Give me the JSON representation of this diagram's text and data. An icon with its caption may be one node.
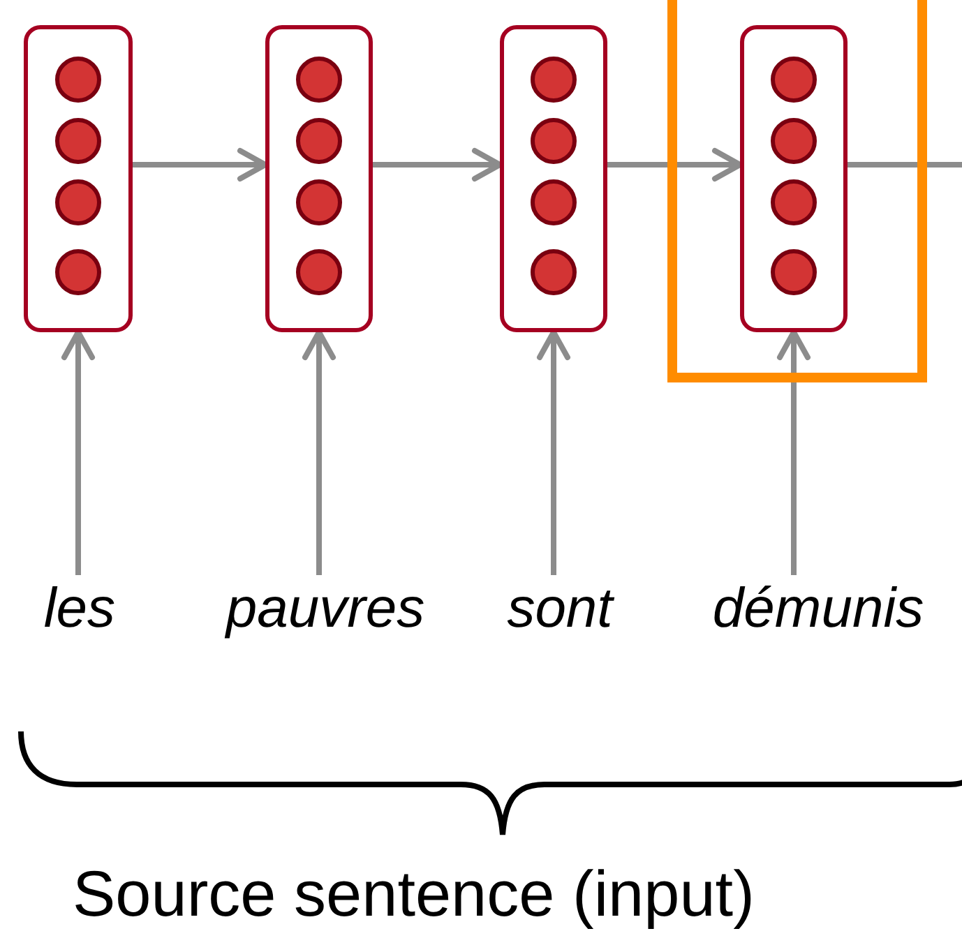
{
  "diagram": {
    "nodes": [
      {
        "text": [],
        "shape": "box"
      },
      {
        "text": [],
        "shape": "box"
      },
      {
        "text": [],
        "shape": "box"
      },
      {
        "text": [],
        "shape": "box"
      },
      {
        "text": [],
        "shape": "box",
        "in": 3
      },
      {
        "text": [
          "les"
        ]
      },
      {
        "text": [
          "pauvres"
        ]
      },
      {
        "text": [
          "sont"
        ]
      },
      {
        "text": [
          "démunis"
        ]
      }
    ],
    "edges": [
      {
        "from": 0,
        "to": 1,
        "arrow": "to"
      },
      {
        "from": 1,
        "to": 2,
        "arrow": "to"
      },
      {
        "from": 2,
        "to": 4,
        "arrow": "to"
      },
      {
        "from": 4,
        "to": null,
        "arrow": "none"
      },
      {
        "from": 5,
        "to": 0,
        "arrow": "to"
      },
      {
        "from": 6,
        "to": 1,
        "arrow": "to"
      },
      {
        "from": 7,
        "to": 2,
        "arrow": "to"
      },
      {
        "from": 8,
        "to": 4,
        "arrow": "to"
      }
    ],
    "labels": [
      "Source sentence (input)"
    ]
  }
}
